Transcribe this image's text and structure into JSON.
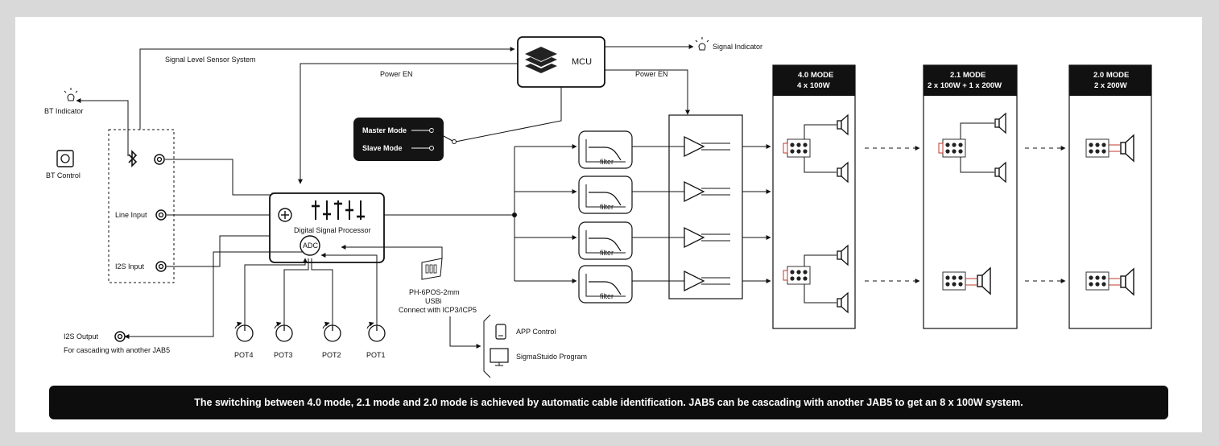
{
  "labels": {
    "bt_indicator": "BT Indicator",
    "bt_control": "BT Control",
    "signal_level_sensor": "Signal Level Sensor System",
    "power_en_left": "Power EN",
    "power_en_right": "Power EN",
    "mcu": "MCU",
    "signal_indicator": "Signal Indicator",
    "master_mode": "Master Mode",
    "slave_mode": "Slave Mode",
    "line_input": "Line Input",
    "i2s_input": "I2S Input",
    "dsp": "Digital Signal Processor",
    "adc": "ADC",
    "i2s_output": "I2S Output",
    "cascading_note": "For cascading with another JAB5",
    "connector_line1": "PH-6POS-2mm",
    "connector_line2": "USBi",
    "connector_line3": "Connect with ICP3/ICP5",
    "app_control": "APP Control",
    "sigma_program": "SigmaStuido Program",
    "filter": "filter"
  },
  "pots": [
    "POT4",
    "POT3",
    "POT2",
    "POT1"
  ],
  "modes": [
    {
      "title": "4.0 MODE",
      "subtitle": "4 x 100W"
    },
    {
      "title": "2.1 MODE",
      "subtitle": "2 x 100W + 1 x 200W"
    },
    {
      "title": "2.0 MODE",
      "subtitle": "2 x 200W"
    }
  ],
  "footer_text": "The switching between 4.0 mode, 2.1 mode and 2.0 mode is achieved by automatic cable identification. JAB5 can be cascading with another JAB5 to get an 8 x 100W system."
}
